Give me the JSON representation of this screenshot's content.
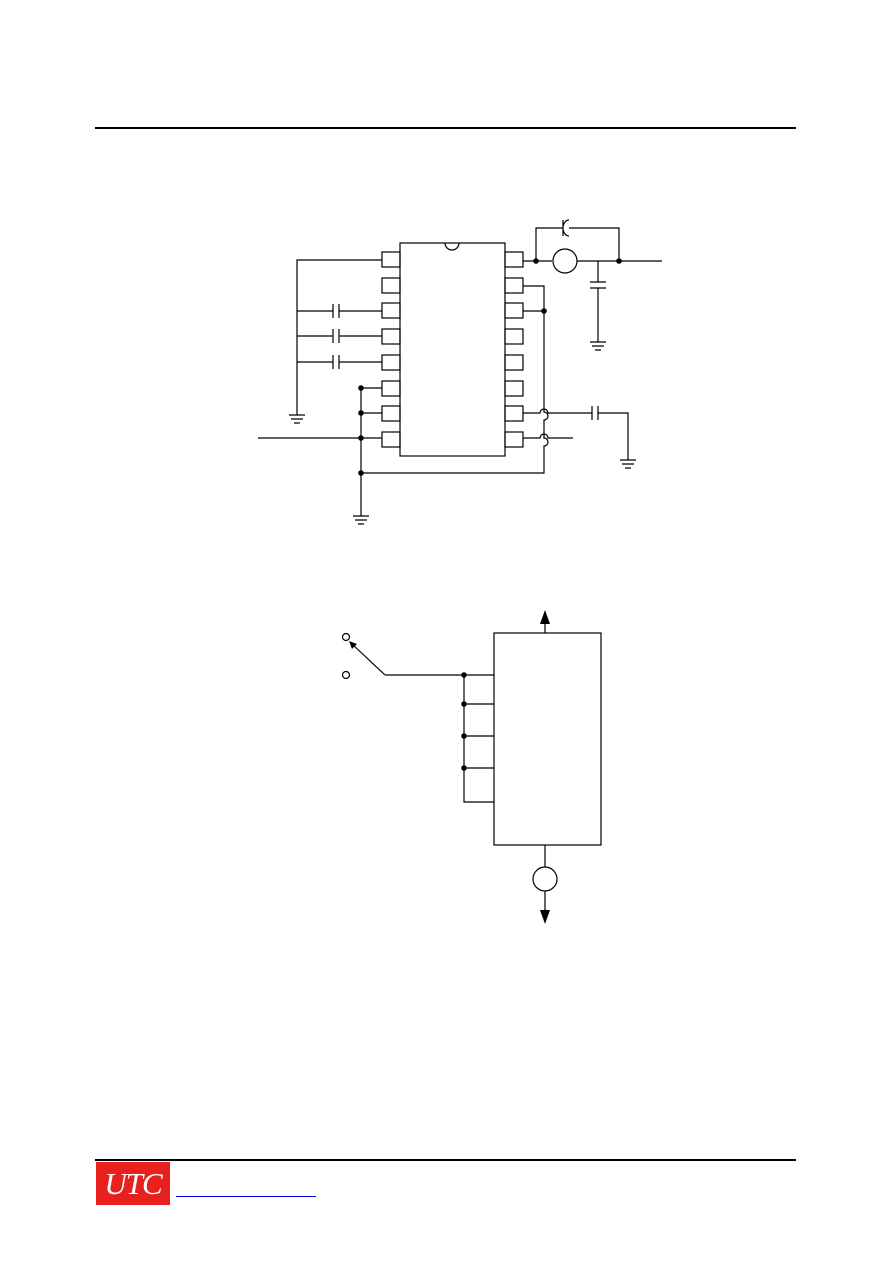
{
  "header": {
    "rule": true
  },
  "footer": {
    "logo_text": "UTC",
    "logo_color": "#e8211e",
    "link_text": ""
  },
  "diagrams": {
    "circuit_1": {
      "ic_pins_per_side": 8
    },
    "circuit_2": {
      "input_taps": 5
    }
  },
  "icons": [
    "capacitor-icon",
    "ground-icon",
    "junction-dot-icon",
    "switch-icon",
    "arrow-up-icon",
    "arrow-down-icon"
  ]
}
